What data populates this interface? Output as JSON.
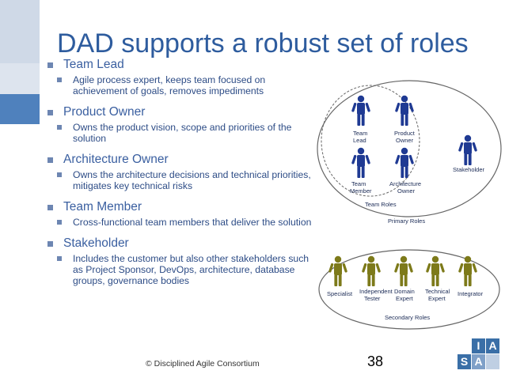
{
  "title": "DAD supports a robust set of roles",
  "roles": [
    {
      "name": "Team Lead",
      "desc": "Agile process expert, keeps team focused on achievement of goals, removes impediments"
    },
    {
      "name": "Product Owner",
      "desc": "Owns the product vision, scope and priorities of the solution"
    },
    {
      "name": "Architecture Owner",
      "desc": "Owns the architecture decisions and technical priorities, mitigates key technical risks"
    },
    {
      "name": "Team Member",
      "desc": "Cross-functional team members that deliver the solution"
    },
    {
      "name": "Stakeholder",
      "desc": "Includes the customer but also other stakeholders such as Project Sponsor, DevOps, architecture, database groups, governance bodies"
    }
  ],
  "diagram": {
    "team_lead": [
      "Team",
      "Lead"
    ],
    "product_owner": [
      "Product",
      "Owner"
    ],
    "team_member": [
      "Team",
      "Member"
    ],
    "architecture_owner": [
      "Architecture",
      "Owner"
    ],
    "team_roles": "Team Roles",
    "primary_roles": "Primary Roles",
    "stakeholder": "Stakeholder",
    "specialist": "Specialist",
    "independent_tester": [
      "Independent",
      "Tester"
    ],
    "domain_expert": [
      "Domain",
      "Expert"
    ],
    "technical_expert": [
      "Technical",
      "Expert"
    ],
    "integrator": "Integrator",
    "secondary_roles": "Secondary Roles"
  },
  "footer": "© Disciplined Agile Consortium",
  "page_number": "38",
  "logo": [
    "I",
    "A",
    "S",
    "A"
  ],
  "colors": {
    "primary_figure": "#1f3a93",
    "secondary_figure": "#7d7a1a",
    "title": "#2e5c9e"
  }
}
